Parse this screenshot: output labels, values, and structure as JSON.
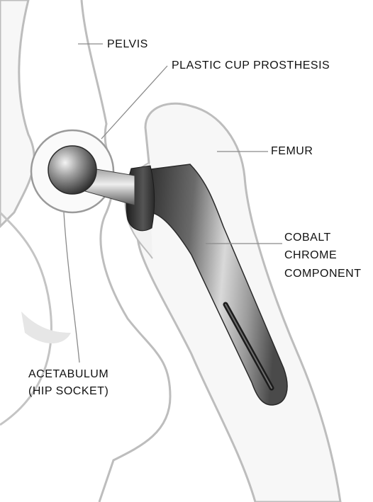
{
  "labels": {
    "pelvis": "PELVIS",
    "plastic_cup": "PLASTIC CUP PROSTHESIS",
    "femur": "FEMUR",
    "cobalt_line1": "COBALT",
    "cobalt_line2": "CHROME",
    "cobalt_line3": "COMPONENT",
    "acetabulum_line1": "ACETABULUM",
    "acetabulum_line2": "(HIP SOCKET)"
  },
  "colors": {
    "bone_outline": "#b8b8b8",
    "bone_fill": "#f6f6f6",
    "bone_shadow": "#dcdcdc",
    "metal_dark": "#3a3a3a",
    "metal_mid": "#8a8a8a",
    "metal_light": "#e8e8e8",
    "leader_line": "#888888",
    "text": "#111111"
  }
}
